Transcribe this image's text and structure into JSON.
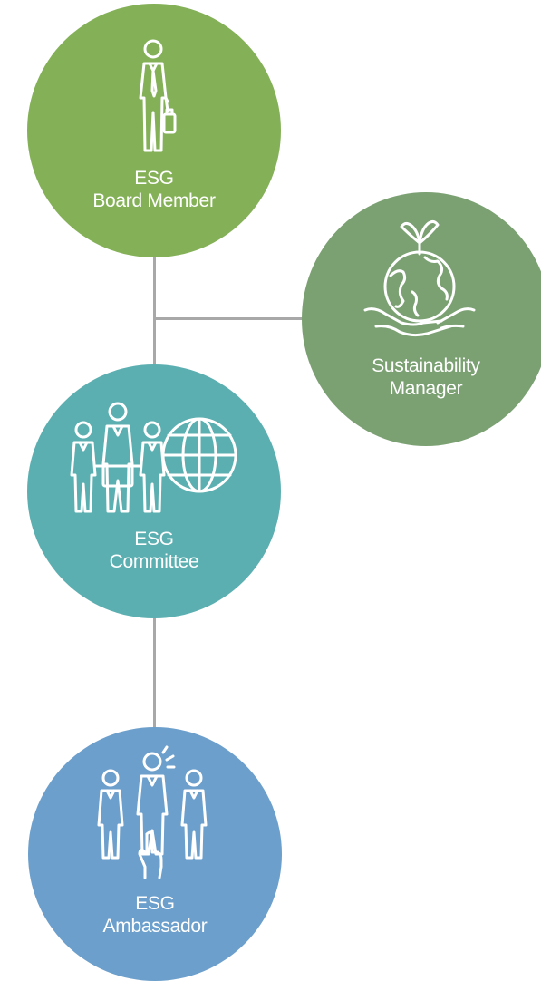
{
  "colors": {
    "board": "#84b158",
    "manager": "#7ba173",
    "committee": "#5cafb1",
    "ambassador": "#6c9fcb",
    "connector": "#a8a8a8"
  },
  "nodes": {
    "board_member": {
      "line1": "ESG",
      "line2": "Board Member",
      "icon": "businessman-briefcase-icon"
    },
    "sustainability_manager": {
      "line1": "Sustainability",
      "line2": "Manager",
      "icon": "globe-in-hands-icon"
    },
    "committee": {
      "line1": "ESG",
      "line2": "Committee",
      "icon": "team-globe-icon"
    },
    "ambassador": {
      "line1": "ESG",
      "line2": "Ambassador",
      "icon": "team-pointing-icon"
    }
  }
}
